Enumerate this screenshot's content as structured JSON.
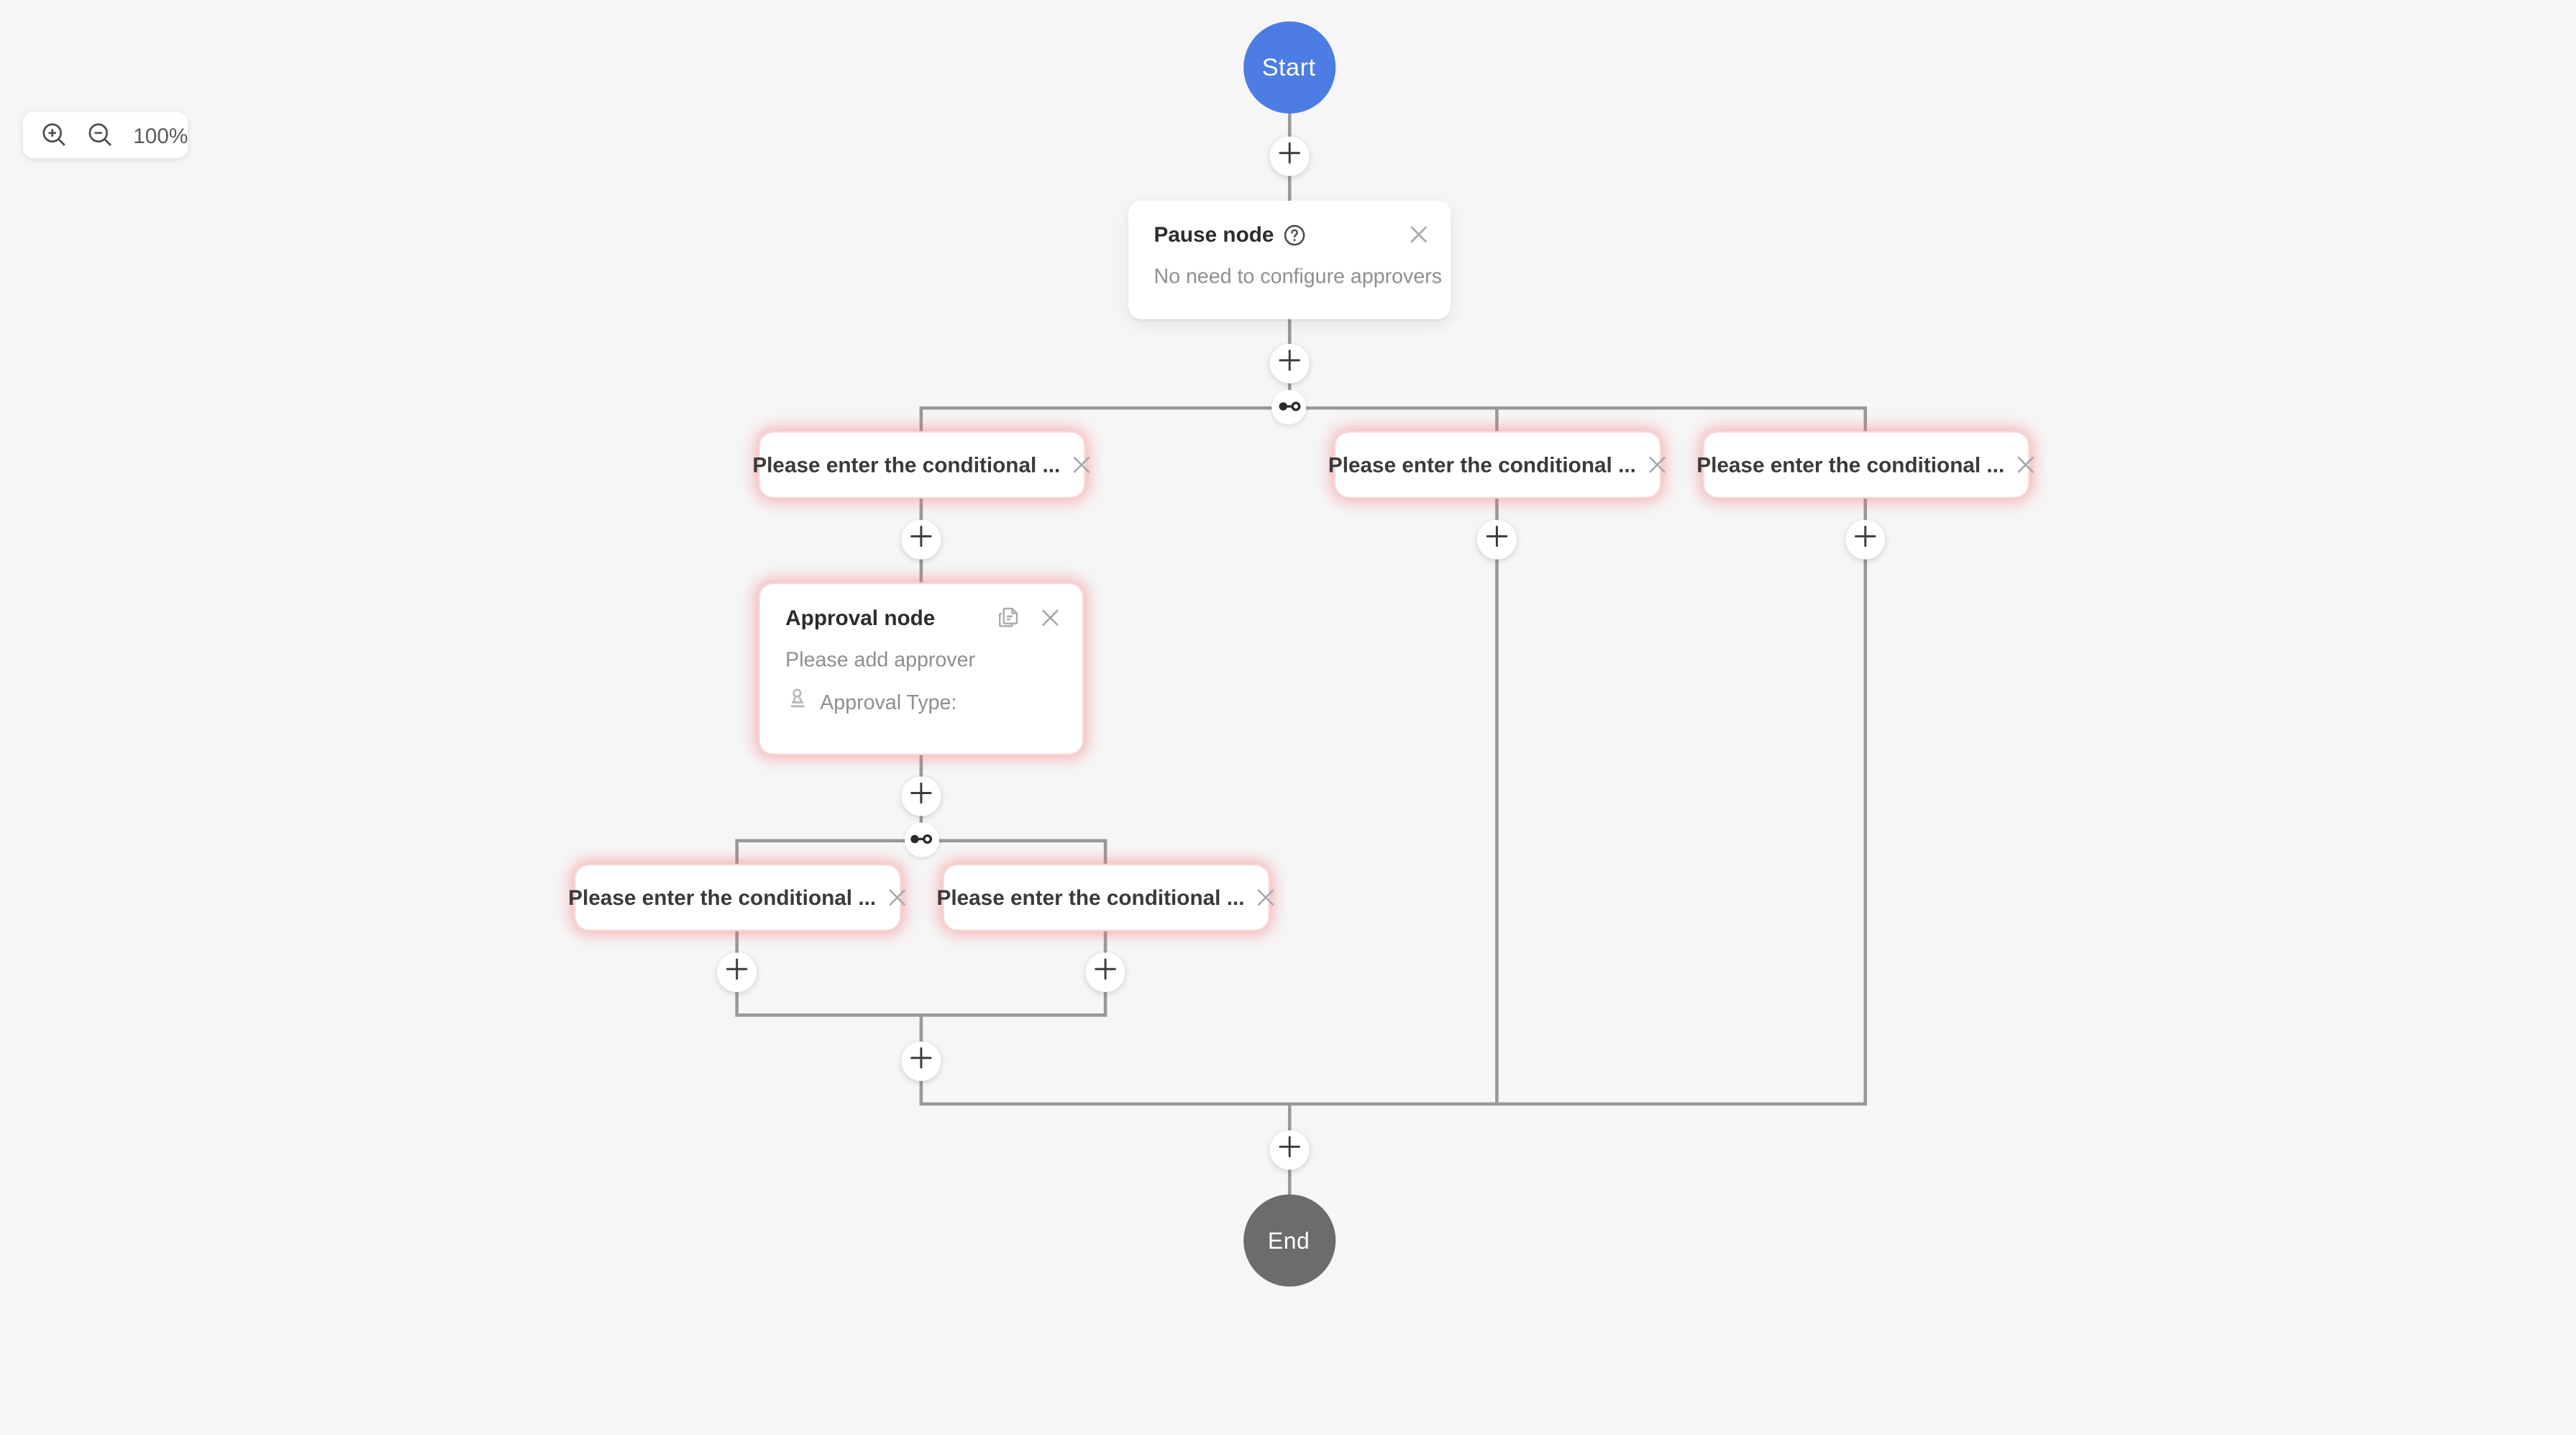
{
  "zoom_toolbar": {
    "zoom_level": "100%"
  },
  "flow": {
    "start": {
      "label": "Start"
    },
    "pause_node": {
      "title": "Pause node",
      "description": "No need to configure approvers"
    },
    "condition_nodes": [
      {
        "label": "Please enter the conditional ..."
      },
      {
        "label": "Please enter the conditional ..."
      },
      {
        "label": "Please enter the conditional ..."
      },
      {
        "label": "Please enter the conditional ..."
      },
      {
        "label": "Please enter the conditional ..."
      }
    ],
    "approval_node": {
      "title": "Approval node",
      "description": "Please add approver",
      "approval_type_label": "Approval Type:"
    },
    "end": {
      "label": "End"
    }
  },
  "colors": {
    "canvas_background": "#f6f6f6",
    "start_node": "#4c7de4",
    "end_node": "#6c6c6c",
    "connector_line": "#999999",
    "error_glow": "#f26868"
  }
}
